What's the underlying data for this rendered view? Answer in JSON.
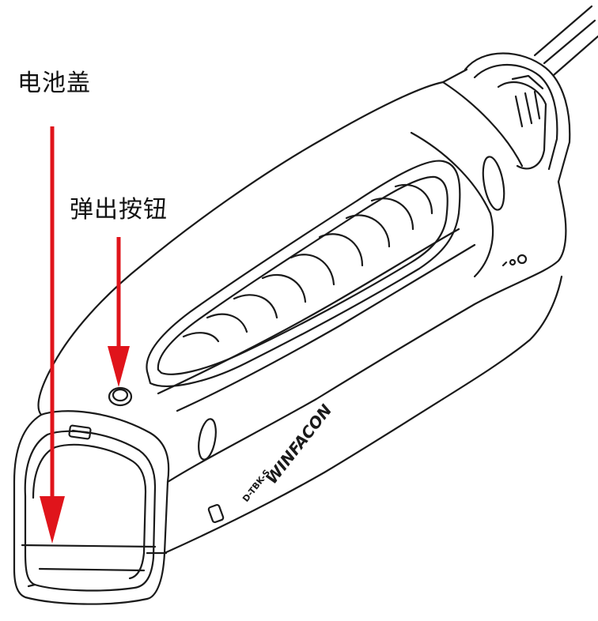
{
  "labels": {
    "battery_cover": "电池盖",
    "eject_button": "弹出按钮"
  },
  "device": {
    "brand": "WINFACON",
    "model": "D-TBK-S"
  },
  "colors": {
    "arrow": "#e0141b",
    "line": "#1a1a1a",
    "background": "#ffffff"
  }
}
